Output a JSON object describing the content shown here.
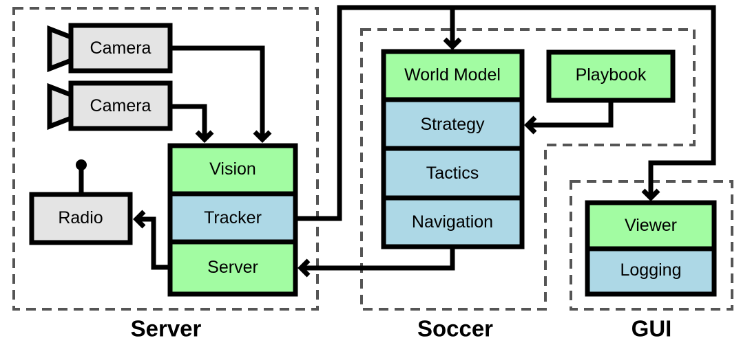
{
  "colors": {
    "green": "#a2fca2",
    "blue": "#add8e6",
    "gray": "#e4e4e4",
    "line": "#000000",
    "dashed_border": "#555555"
  },
  "groups": {
    "server": {
      "label": "Server"
    },
    "soccer": {
      "label": "Soccer"
    },
    "gui": {
      "label": "GUI"
    }
  },
  "nodes": {
    "camera_1": {
      "label": "Camera",
      "kind": "device"
    },
    "camera_2": {
      "label": "Camera",
      "kind": "device"
    },
    "radio": {
      "label": "Radio",
      "kind": "device"
    },
    "vision": {
      "label": "Vision",
      "kind": "module"
    },
    "tracker": {
      "label": "Tracker",
      "kind": "component"
    },
    "server": {
      "label": "Server",
      "kind": "module"
    },
    "world_model": {
      "label": "World Model",
      "kind": "module"
    },
    "strategy": {
      "label": "Strategy",
      "kind": "component"
    },
    "tactics": {
      "label": "Tactics",
      "kind": "component"
    },
    "navigation": {
      "label": "Navigation",
      "kind": "component"
    },
    "playbook": {
      "label": "Playbook",
      "kind": "module"
    },
    "viewer": {
      "label": "Viewer",
      "kind": "module"
    },
    "logging": {
      "label": "Logging",
      "kind": "component"
    }
  },
  "edges": [
    {
      "from": "camera_1",
      "to": "vision"
    },
    {
      "from": "camera_2",
      "to": "vision"
    },
    {
      "from": "server",
      "to": "radio"
    },
    {
      "from": "tracker",
      "to": "world_model"
    },
    {
      "from": "tracker",
      "to": "viewer"
    },
    {
      "from": "playbook",
      "to": "strategy"
    },
    {
      "from": "navigation",
      "to": "server"
    }
  ]
}
